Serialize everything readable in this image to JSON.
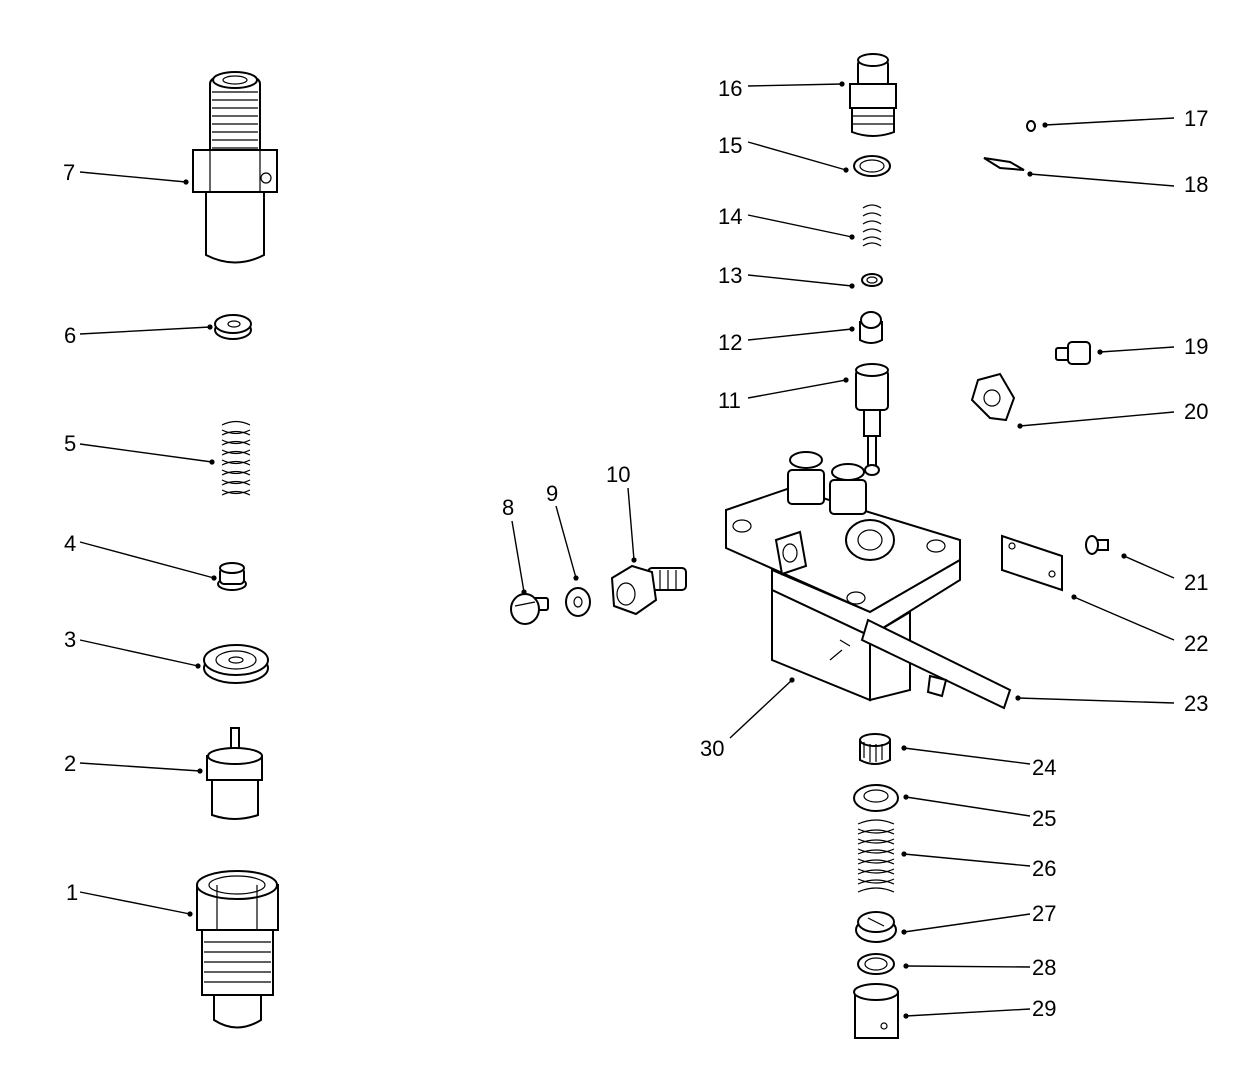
{
  "diagram": {
    "type": "exploded-parts-view",
    "callouts": [
      "1",
      "2",
      "3",
      "4",
      "5",
      "6",
      "7",
      "8",
      "9",
      "10",
      "11",
      "12",
      "13",
      "14",
      "15",
      "16",
      "17",
      "18",
      "19",
      "20",
      "21",
      "22",
      "23",
      "24",
      "25",
      "26",
      "27",
      "28",
      "29",
      "30"
    ]
  }
}
